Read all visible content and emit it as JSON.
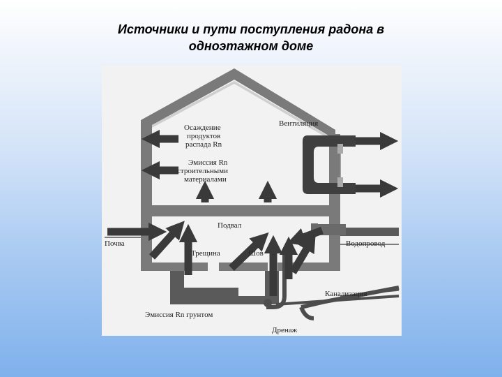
{
  "title": {
    "line1": "Источники и пути поступления радона в",
    "line2": "одноэтажном доме"
  },
  "diagram": {
    "labels": {
      "deposition": [
        "Осаждение",
        "продуктов",
        "распада Rn"
      ],
      "emission_materials": [
        "Эмиссия Rn",
        "строительными",
        "материалами"
      ],
      "ventilation": "Вентиляция",
      "basement": "Подвал",
      "soil": "Почва",
      "water_supply": "Водопровод",
      "crack": "Трещина",
      "seam": "Шов",
      "sewer": "Канализация",
      "soil_emission": "Эмиссия Rn грунтом",
      "drainage": "Дренаж"
    },
    "colors": {
      "wall": "#7a7a7a",
      "arrow": "#3a3a3a",
      "pipe": "#4d4d4d",
      "background": "#f2f2f2"
    }
  }
}
